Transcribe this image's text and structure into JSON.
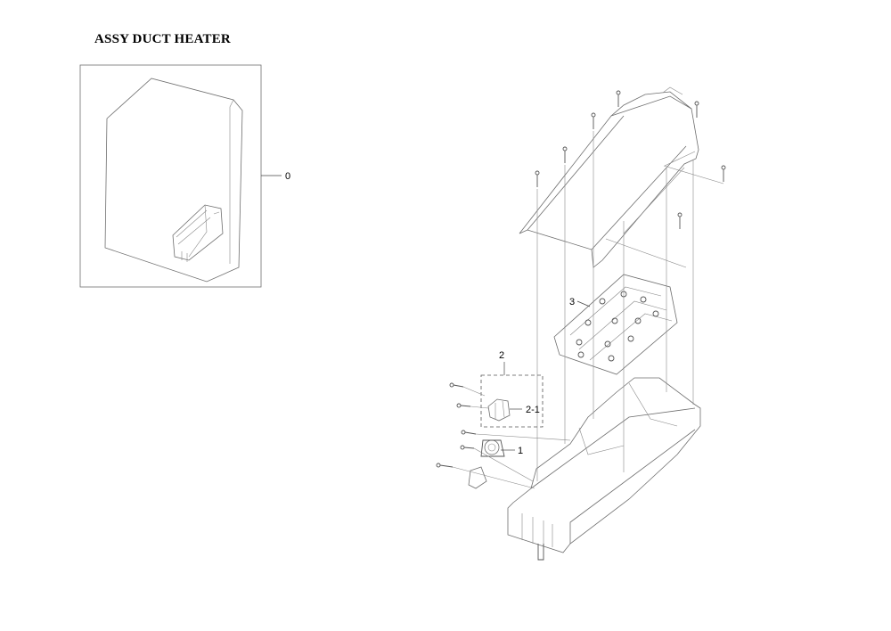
{
  "title": "ASSY DUCT HEATER",
  "callouts": {
    "assembly": "0",
    "part_1": "1",
    "part_2": "2",
    "part_2_1": "2-1",
    "part_3": "3"
  }
}
